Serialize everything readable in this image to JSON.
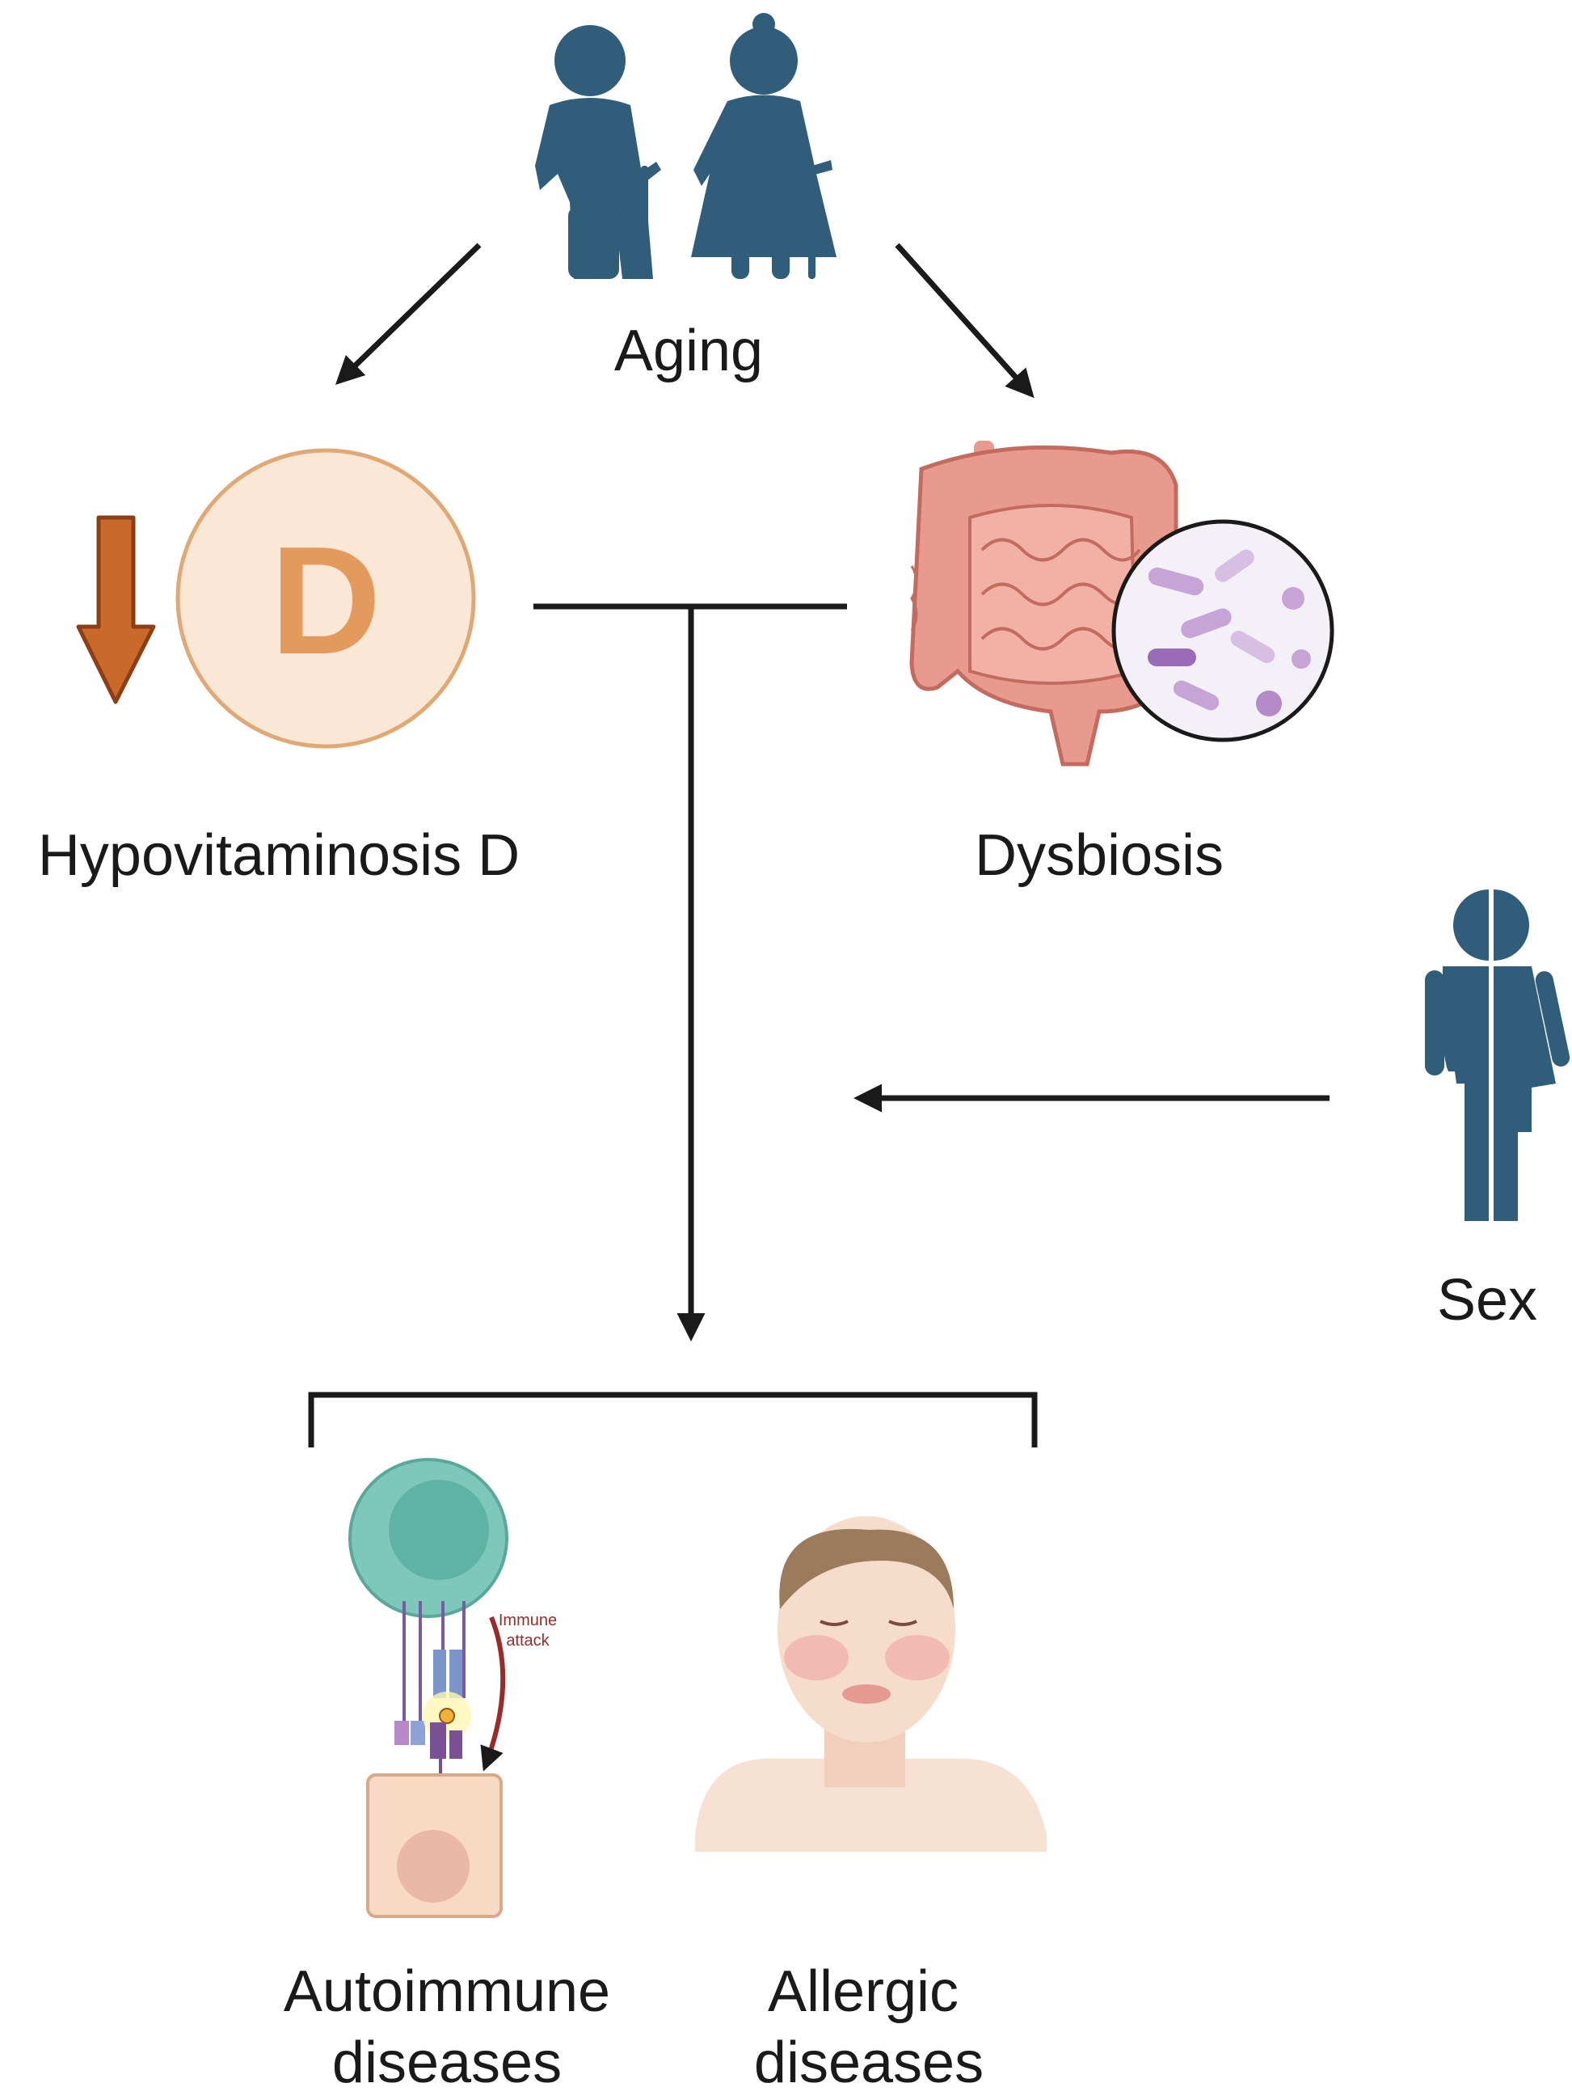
{
  "labels": {
    "aging": "Aging",
    "hypovitaminosis": "Hypovitaminosis D",
    "vitamin_letter": "D",
    "dysbiosis": "Dysbiosis",
    "sex": "Sex",
    "autoimmune_line1": "Autoimmune",
    "autoimmune_line2": "diseases",
    "allergic_line1": "Allergic",
    "allergic_line2": "diseases",
    "immune_line1": "Immune",
    "immune_line2": "attack"
  },
  "colors": {
    "person": "#2f5d7a",
    "arrow": "#1a1a1a",
    "vitamin_fill": "#fbe7d6",
    "vitamin_stroke": "#e0a874",
    "vitamin_letter": "#e39a5c",
    "down_arrow": "#c9692c",
    "gut": "#e89a8e",
    "microbe_circle": "#f4f0f7",
    "bacteria": "#c7a4d6",
    "t_cell": "#7ec8bb",
    "target_cell": "#f8d9c4",
    "immune_text": "#9b2a2a",
    "skin": "#f6dccb",
    "hair": "#9c7a5c"
  },
  "icons": [
    "elderly-man-icon",
    "elderly-woman-icon",
    "vitamin-d-icon",
    "down-arrow-icon",
    "intestine-icon",
    "bacteria-magnifier-icon",
    "gender-person-icon",
    "t-cell-icon",
    "target-cell-icon",
    "face-rash-icon"
  ]
}
